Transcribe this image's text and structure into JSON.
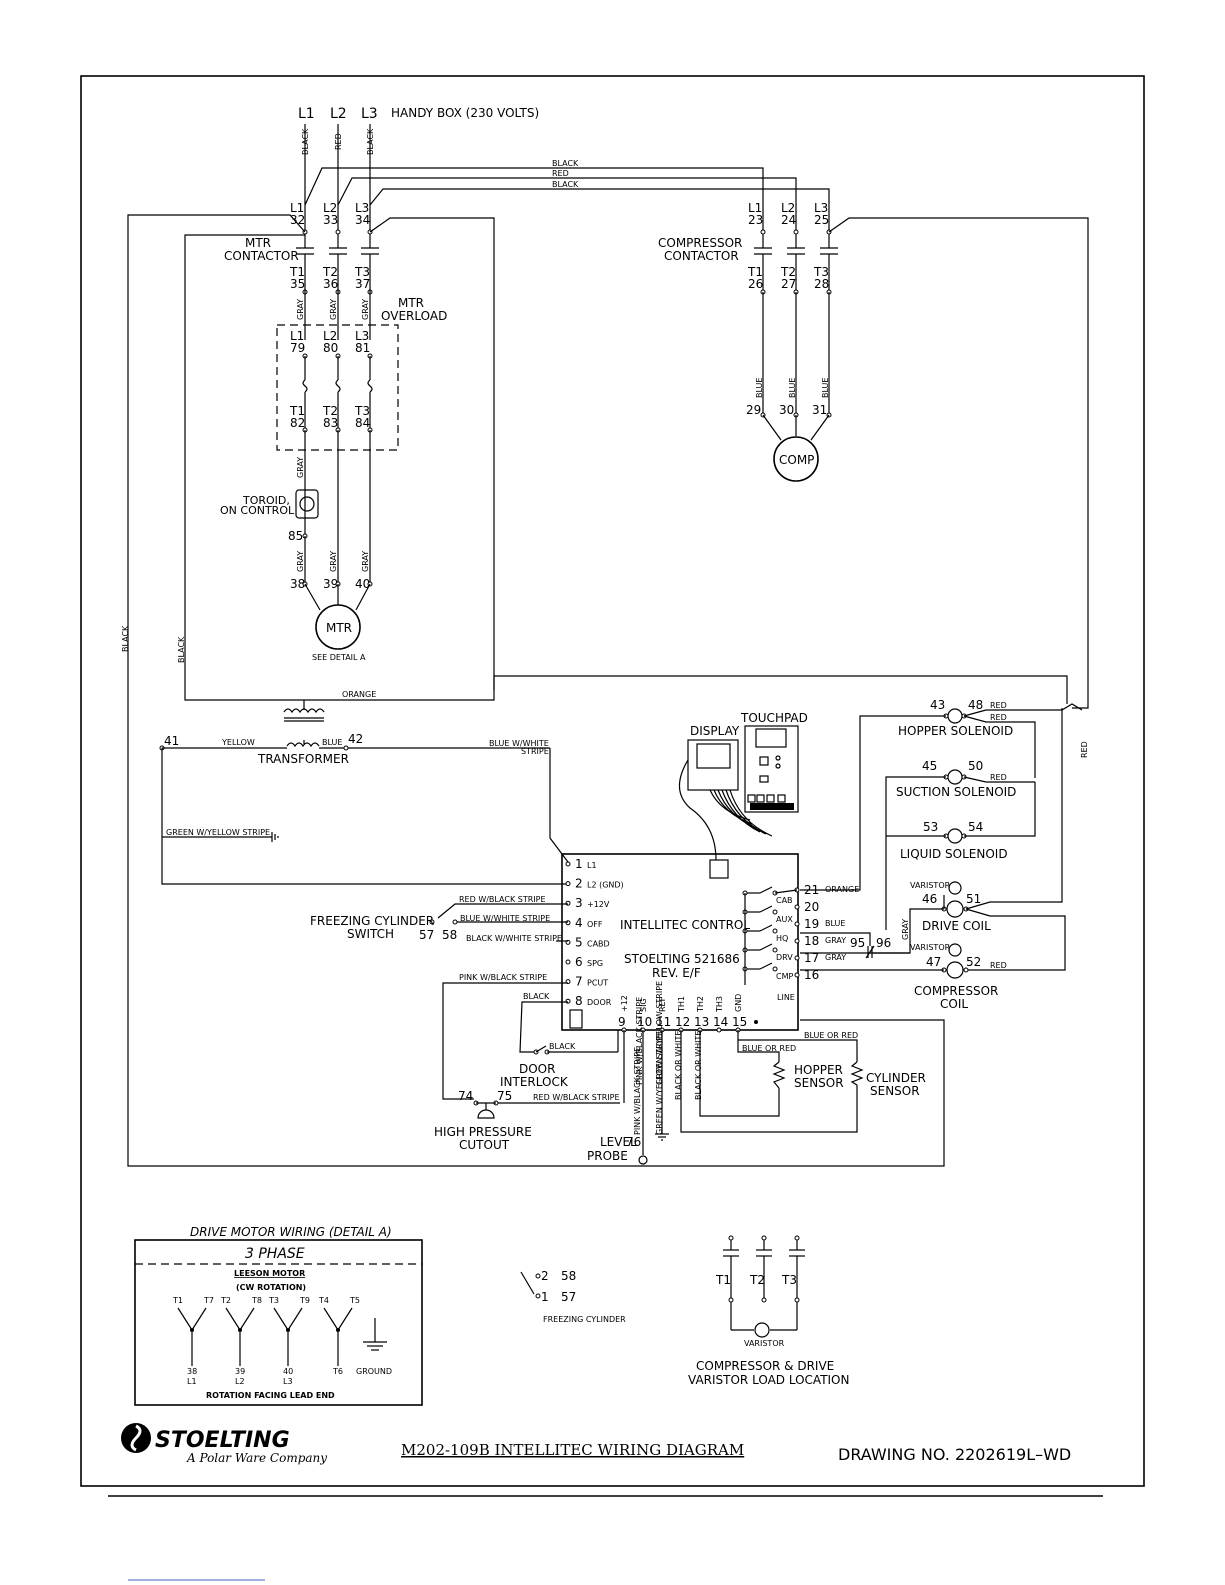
{
  "header": {
    "lines": [
      "L1",
      "L2",
      "L3"
    ],
    "supply": "HANDY BOX (230 VOLTS)",
    "supply_wire_colors": [
      "BLACK",
      "RED",
      "BLACK"
    ]
  },
  "cross_wires": [
    "BLACK",
    "RED",
    "BLACK"
  ],
  "mtr_contactor": {
    "label": [
      "MTR",
      "CONTACTOR"
    ],
    "top": [
      {
        "l": "L1",
        "n": "32"
      },
      {
        "l": "L2",
        "n": "33"
      },
      {
        "l": "L3",
        "n": "34"
      }
    ],
    "bottom": [
      {
        "l": "T1",
        "n": "35"
      },
      {
        "l": "T2",
        "n": "36"
      },
      {
        "l": "T3",
        "n": "37"
      }
    ],
    "wire": "GRAY"
  },
  "mtr_overload": {
    "label": [
      "MTR",
      "OVERLOAD"
    ],
    "top": [
      {
        "l": "L1",
        "n": "79"
      },
      {
        "l": "L2",
        "n": "80"
      },
      {
        "l": "L3",
        "n": "81"
      }
    ],
    "bottom": [
      {
        "l": "T1",
        "n": "82"
      },
      {
        "l": "T2",
        "n": "83"
      },
      {
        "l": "T3",
        "n": "84"
      }
    ]
  },
  "toroid": {
    "label": [
      "TOROID,",
      "ON CONTROL"
    ],
    "n": "85"
  },
  "motor": {
    "label": "MTR",
    "detail": "SEE DETAIL A",
    "terminals": [
      "38",
      "39",
      "40"
    ],
    "wire": "GRAY"
  },
  "compressor_contactor": {
    "label": [
      "COMPRESSOR",
      "CONTACTOR"
    ],
    "top": [
      {
        "l": "L1",
        "n": "23"
      },
      {
        "l": "L2",
        "n": "24"
      },
      {
        "l": "L3",
        "n": "25"
      }
    ],
    "bottom": [
      {
        "l": "T1",
        "n": "26"
      },
      {
        "l": "T2",
        "n": "27"
      },
      {
        "l": "T3",
        "n": "28"
      }
    ],
    "wire": "BLUE",
    "terminals": [
      "29",
      "30",
      "31"
    ],
    "comp": "COMP"
  },
  "left_wires": {
    "outer": "BLACK",
    "inner": "BLACK",
    "orange": "ORANGE"
  },
  "transformer": {
    "label": "TRANSFORMER",
    "a": "41",
    "b": "42",
    "a_wire": "YELLOW",
    "b_wire": "BLUE",
    "stripe": [
      "BLUE W/WHITE",
      "STRIPE"
    ]
  },
  "ground_wire": "GREEN W/YELLOW STRIPE",
  "display": "DISPLAY",
  "touchpad": "TOUCHPAD",
  "solenoids": {
    "hopper": {
      "label": "HOPPER SOLENOID",
      "a": "43",
      "b": "48",
      "wire": "RED"
    },
    "suction": {
      "label": "SUCTION SOLENOID",
      "a": "45",
      "b": "50",
      "wire": "RED"
    },
    "liquid": {
      "label": "LIQUID SOLENOID",
      "a": "53",
      "b": "54"
    },
    "right_wire": "RED"
  },
  "drive_coil": {
    "label": "DRIVE COIL",
    "a": "46",
    "b": "51",
    "varistor": "VARISTOR"
  },
  "compressor_coil": {
    "label": [
      "COMPRESSOR",
      "COIL"
    ],
    "a": "47",
    "b": "52",
    "varistor": "VARISTOR",
    "wire": "RED"
  },
  "control": {
    "title": "INTELLITEC CONTROL",
    "model": "STOELTING 521686",
    "rev": "REV. E/F",
    "left_pins": [
      {
        "n": "1",
        "l": "L1"
      },
      {
        "n": "2",
        "l": "L2 (GND)"
      },
      {
        "n": "3",
        "l": "+12V"
      },
      {
        "n": "4",
        "l": "OFF"
      },
      {
        "n": "5",
        "l": "CABD"
      },
      {
        "n": "6",
        "l": "SPG"
      },
      {
        "n": "7",
        "l": "PCUT"
      },
      {
        "n": "8",
        "l": "DOOR"
      }
    ],
    "bottom_pins": [
      {
        "n": "9",
        "l": "+12"
      },
      {
        "n": "10",
        "l": "SIG"
      },
      {
        "n": "11",
        "l": "REF"
      },
      {
        "n": "12",
        "l": "TH1"
      },
      {
        "n": "13",
        "l": "TH2"
      },
      {
        "n": "14",
        "l": "TH3"
      },
      {
        "n": "15",
        "l": "GND"
      }
    ],
    "right_pins": [
      {
        "n": "21",
        "w": "ORANGE"
      },
      {
        "n": "20",
        "w": ""
      },
      {
        "n": "19",
        "w": "BLUE"
      },
      {
        "n": "18",
        "w": "GRAY"
      },
      {
        "n": "17",
        "w": "GRAY"
      },
      {
        "n": "16",
        "w": ""
      }
    ],
    "relays": [
      "CAB",
      "AUX",
      "HQ",
      "DRV",
      "CMP"
    ],
    "line": "LINE",
    "relay_wire": "GRAY",
    "door_contact": [
      "95",
      "96"
    ]
  },
  "left_side_wires": {
    "p3": "RED W/BLACK STRIPE",
    "p4": "BLUE W/WHITE STRIPE",
    "p5": "BLACK W/WHITE STRIPE",
    "p7": "PINK W/BLACK STRIPE",
    "p8": "BLACK"
  },
  "freezing_switch": {
    "label": [
      "FREEZING CYLINDER",
      "SWITCH"
    ],
    "a": "57",
    "b": "58"
  },
  "door_interlock": {
    "label": [
      "DOOR",
      "INTERLOCK"
    ],
    "wire": "BLACK"
  },
  "high_pressure": {
    "label": [
      "HIGH PRESSURE",
      "CUTOUT"
    ],
    "a": "74",
    "b": "75",
    "wire": "RED W/BLACK STRIPE"
  },
  "level_probe": {
    "label": [
      "LEVEL",
      "PROBE"
    ],
    "n": "76"
  },
  "bottom_wires": {
    "w9": "PINK W/BLACK STRIPE",
    "w10": "PINK W/BLACK STRIPE",
    "w11": "GREEN W/YELLOW STRIPE",
    "w12": "BLACK OR WHITE",
    "w13": "BLACK OR WHITE",
    "w14": "BLUE OR RED",
    "w15": "BLUE OR RED"
  },
  "sensors": {
    "hopper": [
      "HOPPER",
      "SENSOR"
    ],
    "cylinder": [
      "CYLINDER",
      "SENSOR"
    ]
  },
  "detail_a": {
    "title": "DRIVE MOTOR WIRING (DETAIL A)",
    "phase": "3 PHASE",
    "motor": "LEESON MOTOR",
    "rotation": "(CW ROTATION)",
    "groups": [
      {
        "tops": [
          "T1",
          "T7"
        ],
        "n": "38",
        "l": "L1"
      },
      {
        "tops": [
          "T2",
          "T8"
        ],
        "n": "39",
        "l": "L2"
      },
      {
        "tops": [
          "T3",
          "T9"
        ],
        "n": "40",
        "l": "L3"
      },
      {
        "tops": [
          "T4",
          "T5"
        ],
        "n": "T6",
        "l": ""
      }
    ],
    "ground": "GROUND",
    "footer": "ROTATION FACING LEAD END"
  },
  "freezing_detail": {
    "label": "FREEZING CYLINDER",
    "p2": "2",
    "n58": "58",
    "p1": "1",
    "n57": "57"
  },
  "varistor_detail": {
    "terms": [
      "T1",
      "T2",
      "T3"
    ],
    "varistor": "VARISTOR",
    "label": [
      "COMPRESSOR & DRIVE",
      "VARISTOR LOAD LOCATION"
    ]
  },
  "footer": {
    "brand": "STOELTING",
    "tagline": "A Polar Ware Company",
    "title": "M202-109B INTELLITEC WIRING DIAGRAM",
    "drawing": "DRAWING NO. 2202619L–WD"
  }
}
